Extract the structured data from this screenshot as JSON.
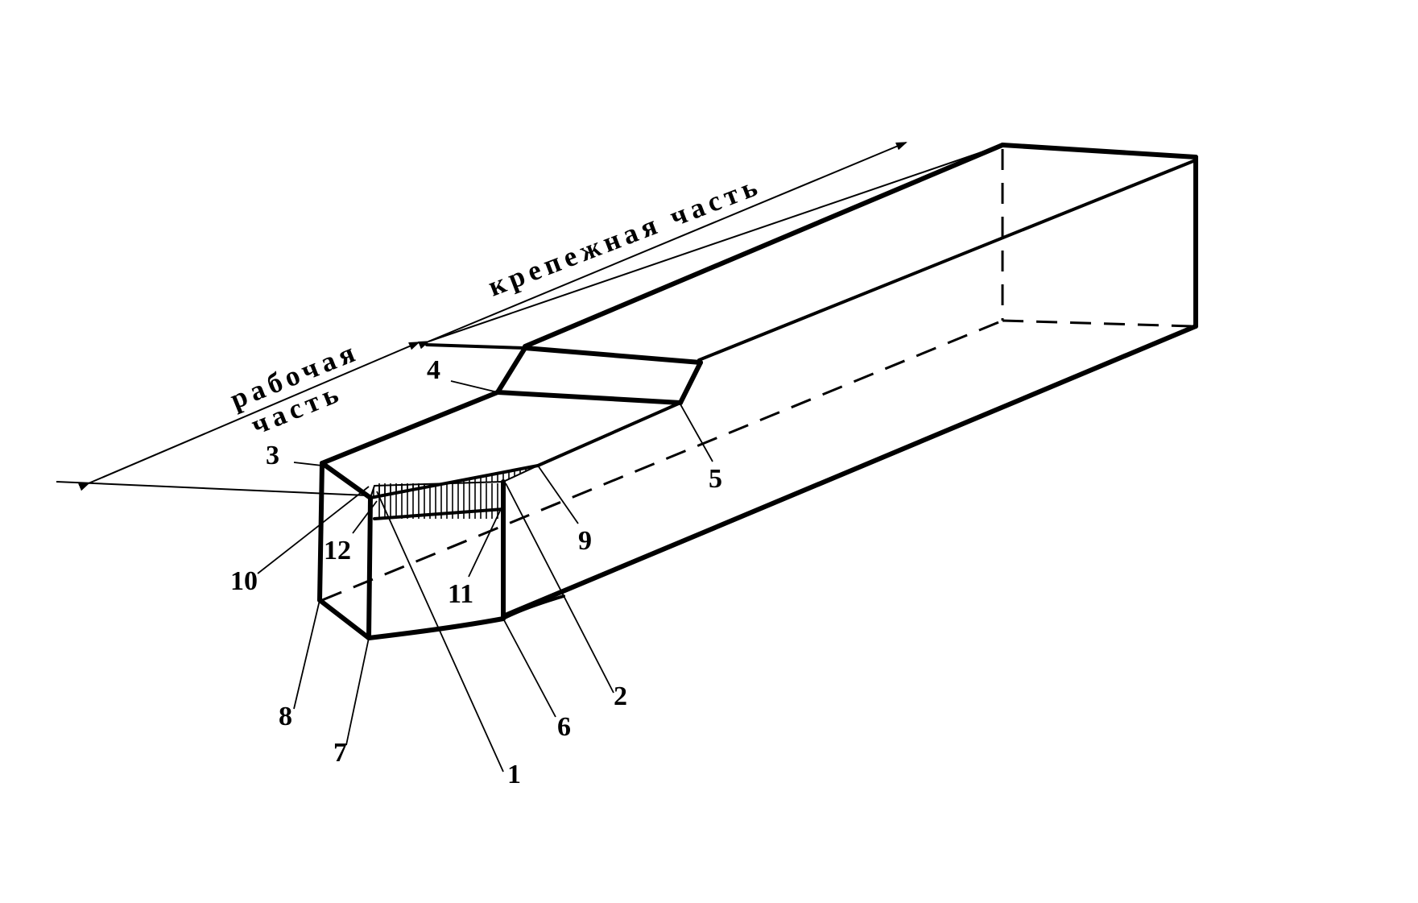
{
  "labels": {
    "working_part_line1": "рабочая",
    "working_part_line2": "часть",
    "fastening_part": "крепежная   часть"
  },
  "numbers": {
    "n1": "1",
    "n2": "2",
    "n3": "3",
    "n4": "4",
    "n5": "5",
    "n6": "6",
    "n7": "7",
    "n8": "8",
    "n9": "9",
    "n10": "10",
    "n11": "11",
    "n12": "12"
  },
  "colors": {
    "ink": "#000000",
    "paper": "#ffffff"
  }
}
